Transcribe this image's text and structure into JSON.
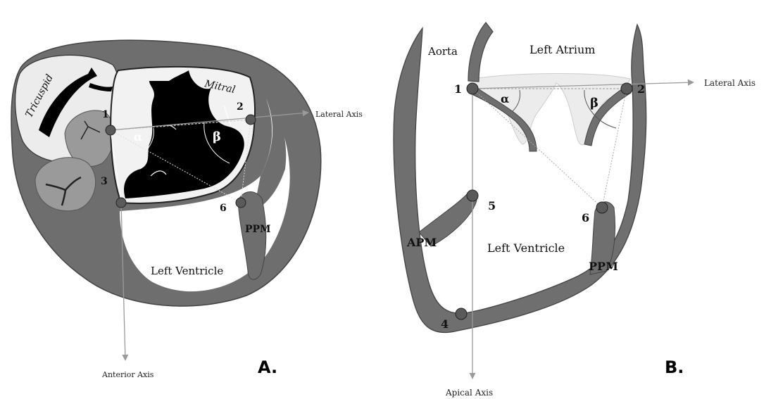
{
  "panel_a": {
    "valve_labels": {
      "tricuspid": "Tricuspid",
      "mitral": "Mitral"
    },
    "points": [
      "1",
      "2",
      "3",
      "6"
    ],
    "angles": {
      "alpha": "α",
      "beta": "β"
    },
    "muscle": "PPM",
    "chamber": "Left Ventricle",
    "axes": {
      "lateral": "Lateral Axis",
      "anterior": "Anterior Axis"
    },
    "panel_label": "A."
  },
  "panel_b": {
    "structures": {
      "aorta": "Aorta",
      "atrium": "Left Atrium",
      "ventricle": "Left Ventricle"
    },
    "points": [
      "1",
      "2",
      "4",
      "5",
      "6"
    ],
    "angles": {
      "alpha": "α",
      "beta": "β"
    },
    "muscles": {
      "anterior": "APM",
      "posterior": "PPM"
    },
    "axes": {
      "lateral": "Lateral Axis",
      "apical": "Apical Axis"
    },
    "panel_label": "B."
  },
  "colors": {
    "muscle_fill": "#6f6f6f",
    "leaflet_fill": "#000000",
    "valve_fill": "#ececec",
    "axis_line": "#9a9a9a",
    "point_fill": "#555555"
  }
}
